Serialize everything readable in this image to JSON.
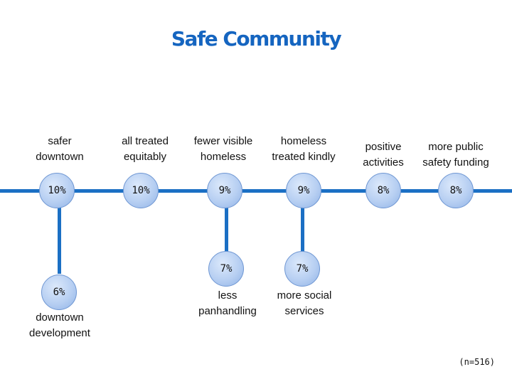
{
  "title": "Safe Community",
  "footnote": "(n=516)",
  "colors": {
    "accent": "#1b6fc4",
    "title": "#1565c0",
    "node_fill": "#b7cff2"
  },
  "items": [
    {
      "label": "safer downtown",
      "value": "10%"
    },
    {
      "label": "all treated equitably",
      "value": "10%"
    },
    {
      "label": "fewer visible homeless",
      "value": "9%"
    },
    {
      "label": "homeless treated kindly",
      "value": "9%"
    },
    {
      "label": "positive activities",
      "value": "8%"
    },
    {
      "label": "more public safety funding",
      "value": "8%"
    },
    {
      "label": "less panhandling",
      "value": "7%"
    },
    {
      "label": "more social services",
      "value": "7%"
    },
    {
      "label": "downtown development",
      "value": "6%"
    }
  ]
}
